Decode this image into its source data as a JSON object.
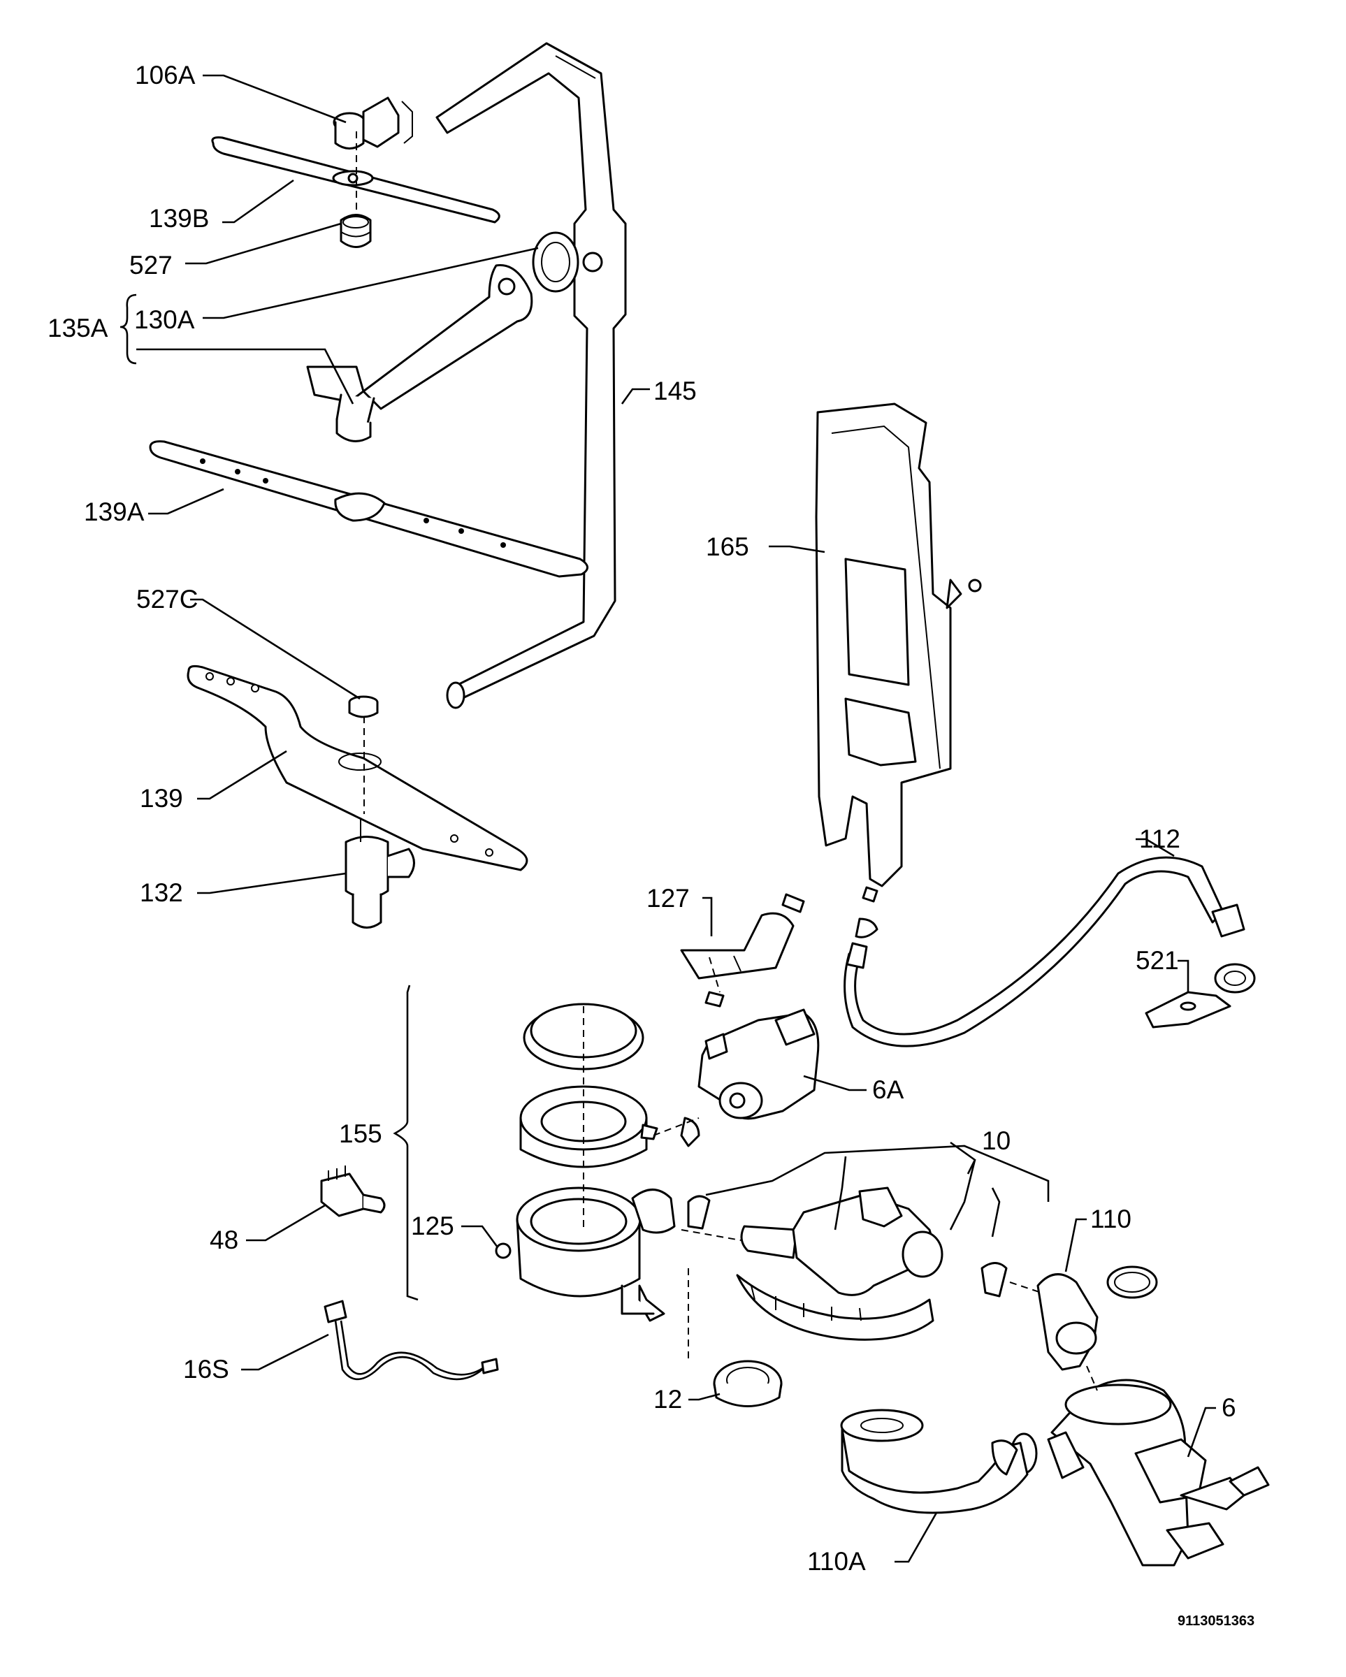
{
  "labels": {
    "p106a": "106A",
    "p139b": "139B",
    "p527": "527",
    "p135a": "135A",
    "p130a": "130A",
    "p145": "145",
    "p139a": "139A",
    "p165": "165",
    "p527c": "527C",
    "p112": "112",
    "p139": "139",
    "p127": "127",
    "p521": "521",
    "p132": "132",
    "p6a": "6A",
    "p155": "155",
    "p10": "10",
    "p110": "110",
    "p125": "125",
    "p48": "48",
    "p16s": "16S",
    "p12": "12",
    "p6": "6",
    "p110a": "110A"
  },
  "reference_number": "9113051363"
}
